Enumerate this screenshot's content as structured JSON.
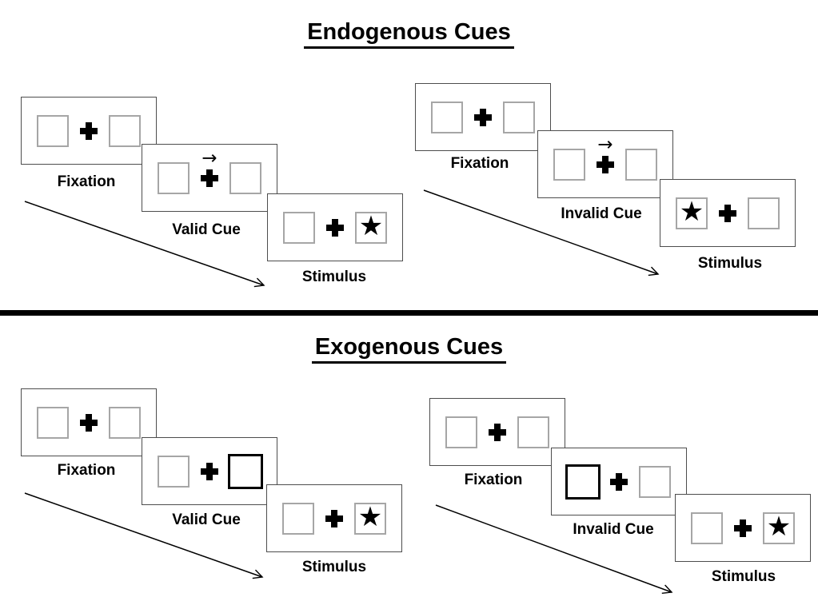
{
  "sections": [
    {
      "title": "Endogenous Cues",
      "groups": [
        {
          "name": "endogenous-valid",
          "panels": [
            {
              "label": "Fixation",
              "left_box": "",
              "right_box": "",
              "cue_type": "none"
            },
            {
              "label": "Valid Cue",
              "left_box": "",
              "right_box": "",
              "cue_type": "arrow-above-cross"
            },
            {
              "label": "Stimulus",
              "left_box": "",
              "right_box": "★",
              "cue_type": "none"
            }
          ]
        },
        {
          "name": "endogenous-invalid",
          "panels": [
            {
              "label": "Fixation",
              "left_box": "",
              "right_box": "",
              "cue_type": "none"
            },
            {
              "label": "Invalid Cue",
              "left_box": "",
              "right_box": "",
              "cue_type": "arrow-above-cross"
            },
            {
              "label": "Stimulus",
              "left_box": "★",
              "right_box": "",
              "cue_type": "none"
            }
          ]
        }
      ]
    },
    {
      "title": "Exogenous Cues",
      "groups": [
        {
          "name": "exogenous-valid",
          "panels": [
            {
              "label": "Fixation",
              "left_box": "",
              "right_box": "",
              "cue_type": "none"
            },
            {
              "label": "Valid Cue",
              "left_box": "",
              "right_box": "",
              "cue_type": "bold-right-box"
            },
            {
              "label": "Stimulus",
              "left_box": "",
              "right_box": "★",
              "cue_type": "none"
            }
          ]
        },
        {
          "name": "exogenous-invalid",
          "panels": [
            {
              "label": "Fixation",
              "left_box": "",
              "right_box": "",
              "cue_type": "none"
            },
            {
              "label": "Invalid Cue",
              "left_box": "",
              "right_box": "",
              "cue_type": "bold-left-box"
            },
            {
              "label": "Stimulus",
              "left_box": "",
              "right_box": "★",
              "cue_type": "none"
            }
          ]
        }
      ]
    }
  ],
  "glyphs": {
    "cue_arrow": "→",
    "stimulus_star": "★",
    "fixation_cross": "+"
  },
  "colors": {
    "background": "#ffffff",
    "panel_border": "#4d4d4d",
    "box_border": "#a6a6a6",
    "bold_box_border": "#000000",
    "text": "#000000",
    "divider": "#000000",
    "arrow": "#000000"
  }
}
